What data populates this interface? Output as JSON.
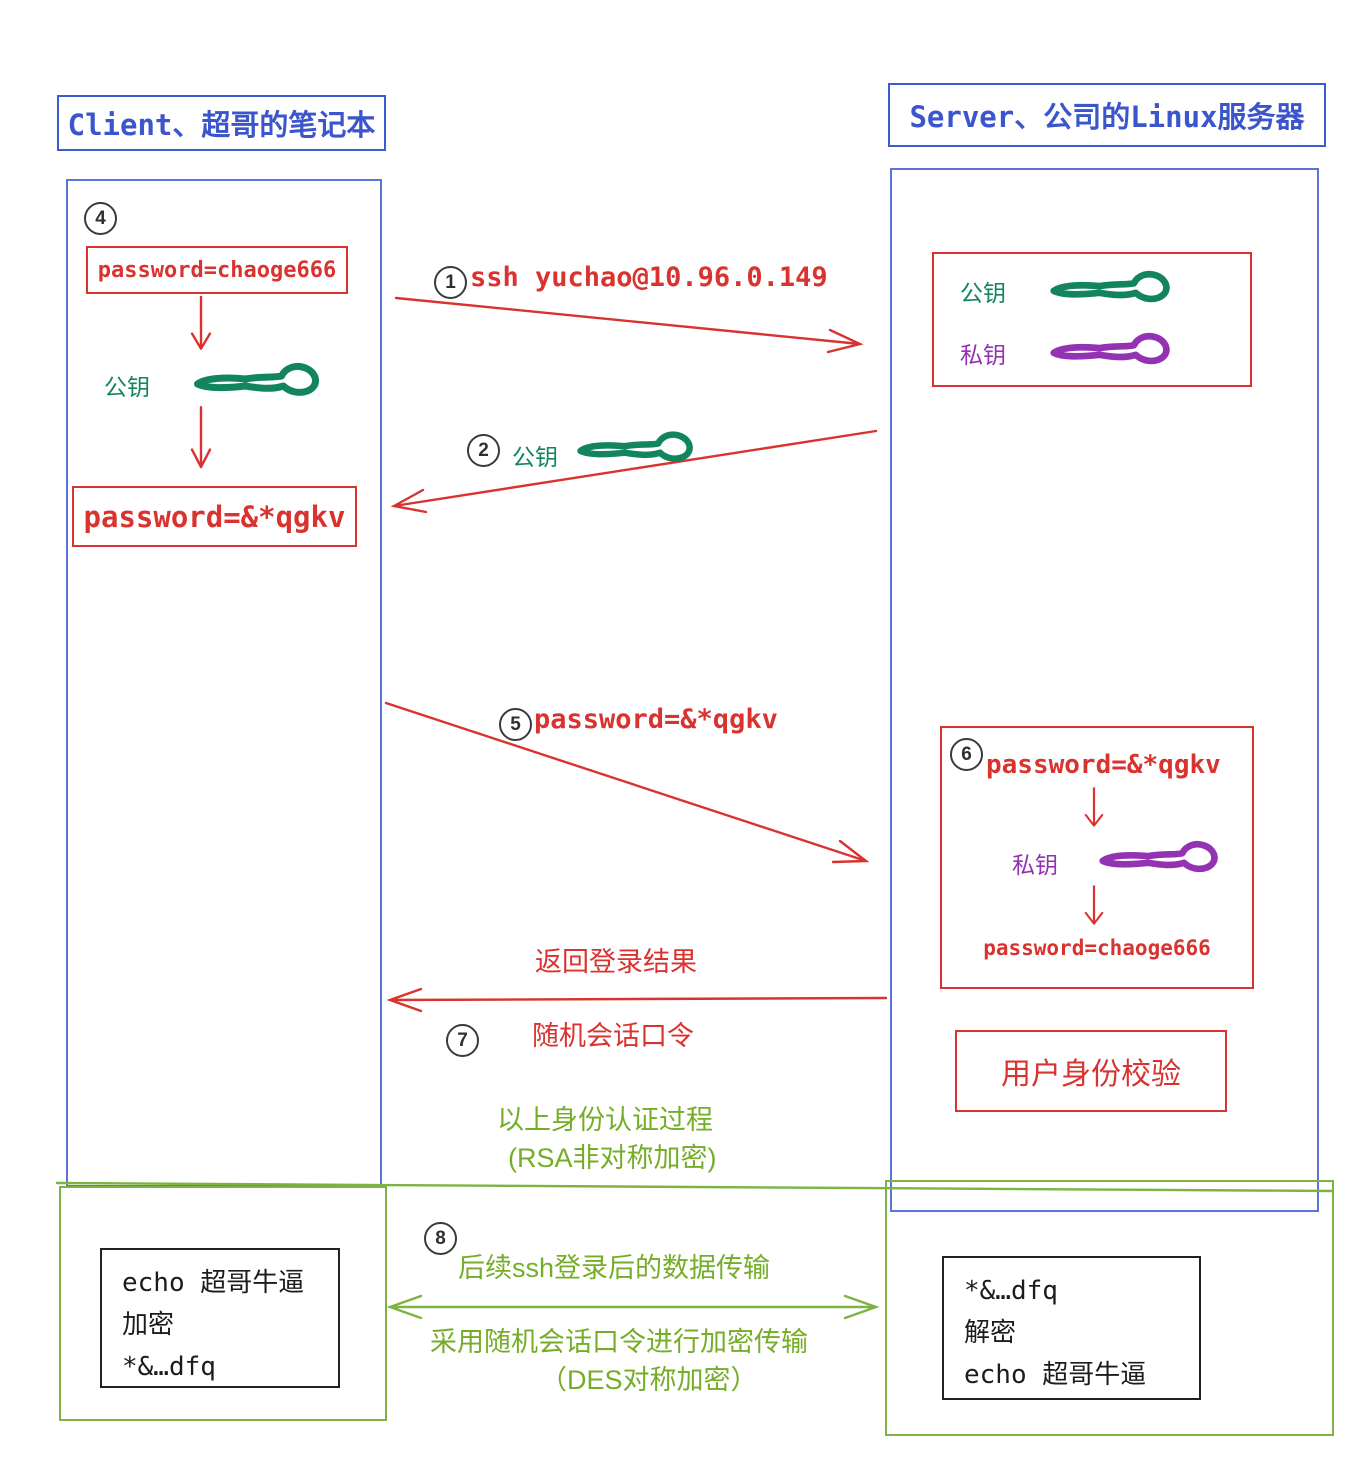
{
  "colors": {
    "blue": "#3b5bd3",
    "red": "#d93330",
    "teal_key_green": "#12855f",
    "purple": "#9333b3",
    "light_green": "#76ad28",
    "green_box_border": "#7cb342",
    "circled_number_dark": "#2f2f2f"
  },
  "client": {
    "title": "Client、超哥的笔记本",
    "step4_num": "4",
    "password_plain": "password=chaoge666",
    "public_key_label": "公钥",
    "password_encrypted": "password=&*qgkv"
  },
  "server": {
    "title": "Server、公司的Linux服务器",
    "keybox": {
      "public_key_label": "公钥",
      "private_key_label": "私钥"
    },
    "step6": {
      "num": "6",
      "password_encrypted": "password=&*qgkv",
      "private_key_label": "私钥",
      "password_plain": "password=chaoge666"
    },
    "verify_box_label": "用户身份校验"
  },
  "flows": {
    "step1": {
      "num": "1",
      "label": "ssh yuchao@10.96.0.149"
    },
    "step2": {
      "num": "2",
      "label": "公钥"
    },
    "step5": {
      "num": "5",
      "label": "password=&*qgkv"
    },
    "step7": {
      "num": "7",
      "label_top": "返回登录结果",
      "label_bottom": "随机会话口令"
    },
    "auth_note_line1": "以上身份认证过程",
    "auth_note_line2": "(RSA非对称加密)",
    "step8": {
      "num": "8",
      "label_top": "后续ssh登录后的数据传输",
      "label_mid": "采用随机会话口令进行加密传输",
      "label_bottom": "（DES对称加密）"
    }
  },
  "bottom": {
    "client_box_lines": [
      "echo 超哥牛逼",
      "加密",
      "*&…dfq"
    ],
    "server_box_lines": [
      "*&…dfq",
      "解密",
      "echo 超哥牛逼"
    ]
  }
}
